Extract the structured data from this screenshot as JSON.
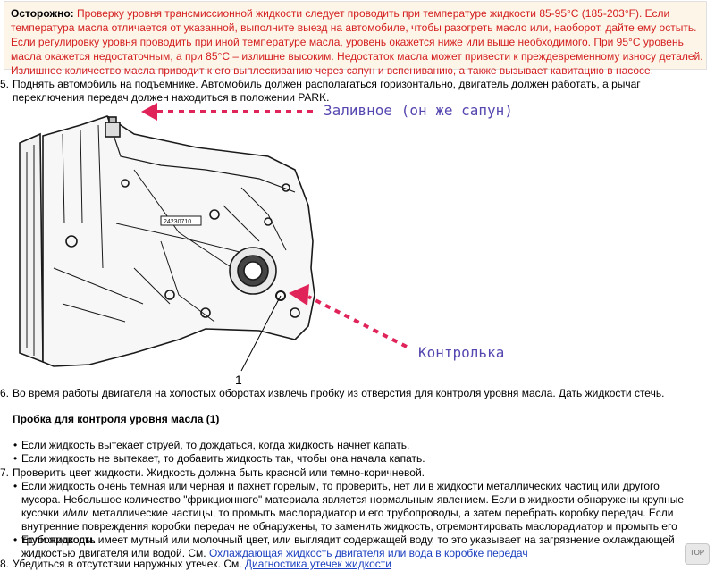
{
  "warning": {
    "label": "Осторожно:",
    "text": "Проверку уровня трансмиссионной жидкости следует проводить при температуре жидкости 85-95°C (185-203°F). Если температура масла отличается от указанной, выполните выезд на автомобиле, чтобы разогреть масло или, наоборот, дайте ему остыть. Если регулировку уровня проводить при иной температуре масла, уровень окажется ниже или выше необходимого. При 95°C уровень масла окажется недостаточным, а при 85°C – излишне высоким. Недостаток масла может привести к преждевременному износу деталей. Излишнее количество масла приводит к его выплескиванию через сапун и вспениванию, а также вызывает кавитацию в насосе."
  },
  "steps": {
    "s5": {
      "num": "5.",
      "text": "Поднять автомобиль на подъемнике. Автомобиль должен располагаться горизонтально, двигатель должен работать, а рычаг переключения передач должен находиться в положении PARK."
    },
    "s6": {
      "num": "6.",
      "text": "Во время работы двигателя на холостых оборотах извлечь пробку из отверстия для контроля уровня масла. Дать жидкости стечь."
    },
    "s7": {
      "num": "7.",
      "text": "Проверить цвет жидкости. Жидкость должна быть красной или темно-коричневой."
    },
    "s8": {
      "num": "8.",
      "text": "Убедиться в отсутствии наружных утечек. См.",
      "link": "Диагностика утечек жидкости"
    }
  },
  "figure": {
    "annotation_fill": "Заливное (он же сапун)",
    "annotation_check": "Контролька",
    "callout": "1",
    "part_code": "24230710",
    "arrow_color": "#e0245a"
  },
  "subheading": "Пробка для контроля уровня масла (1)",
  "bullets6": [
    "Если жидкость вытекает струей, то дождаться, когда жидкость начнет капать.",
    "Если жидкость не вытекает, то добавить жидкость так, чтобы она начала капать."
  ],
  "bullets7": {
    "b1": "Если жидкость очень темная или черная и пахнет горелым, то проверить, нет ли в жидкости металлических частиц или другого мусора. Небольшое количество \"фрикционного\" материала является нормальным явлением. Если в жидкости обнаружены крупные кусочки и/или металлические частицы, то промыть маслорадиатор и его трубопроводы, а затем перебрать коробку передач. Если внутренние повреждения коробки передач не обнаружены, то заменить жидкость, отремонтировать маслорадиатор и промыть его трубопроводы.",
    "b2": "Если жидкость имеет мутный или молочный цвет, или выглядит содержащей воду, то это указывает на загрязнение охлаждающей жидкостью двигателя или водой. См.",
    "b2_link": "Охлаждающая жидкость двигателя или вода в коробке передач"
  },
  "top_button": "TOP"
}
